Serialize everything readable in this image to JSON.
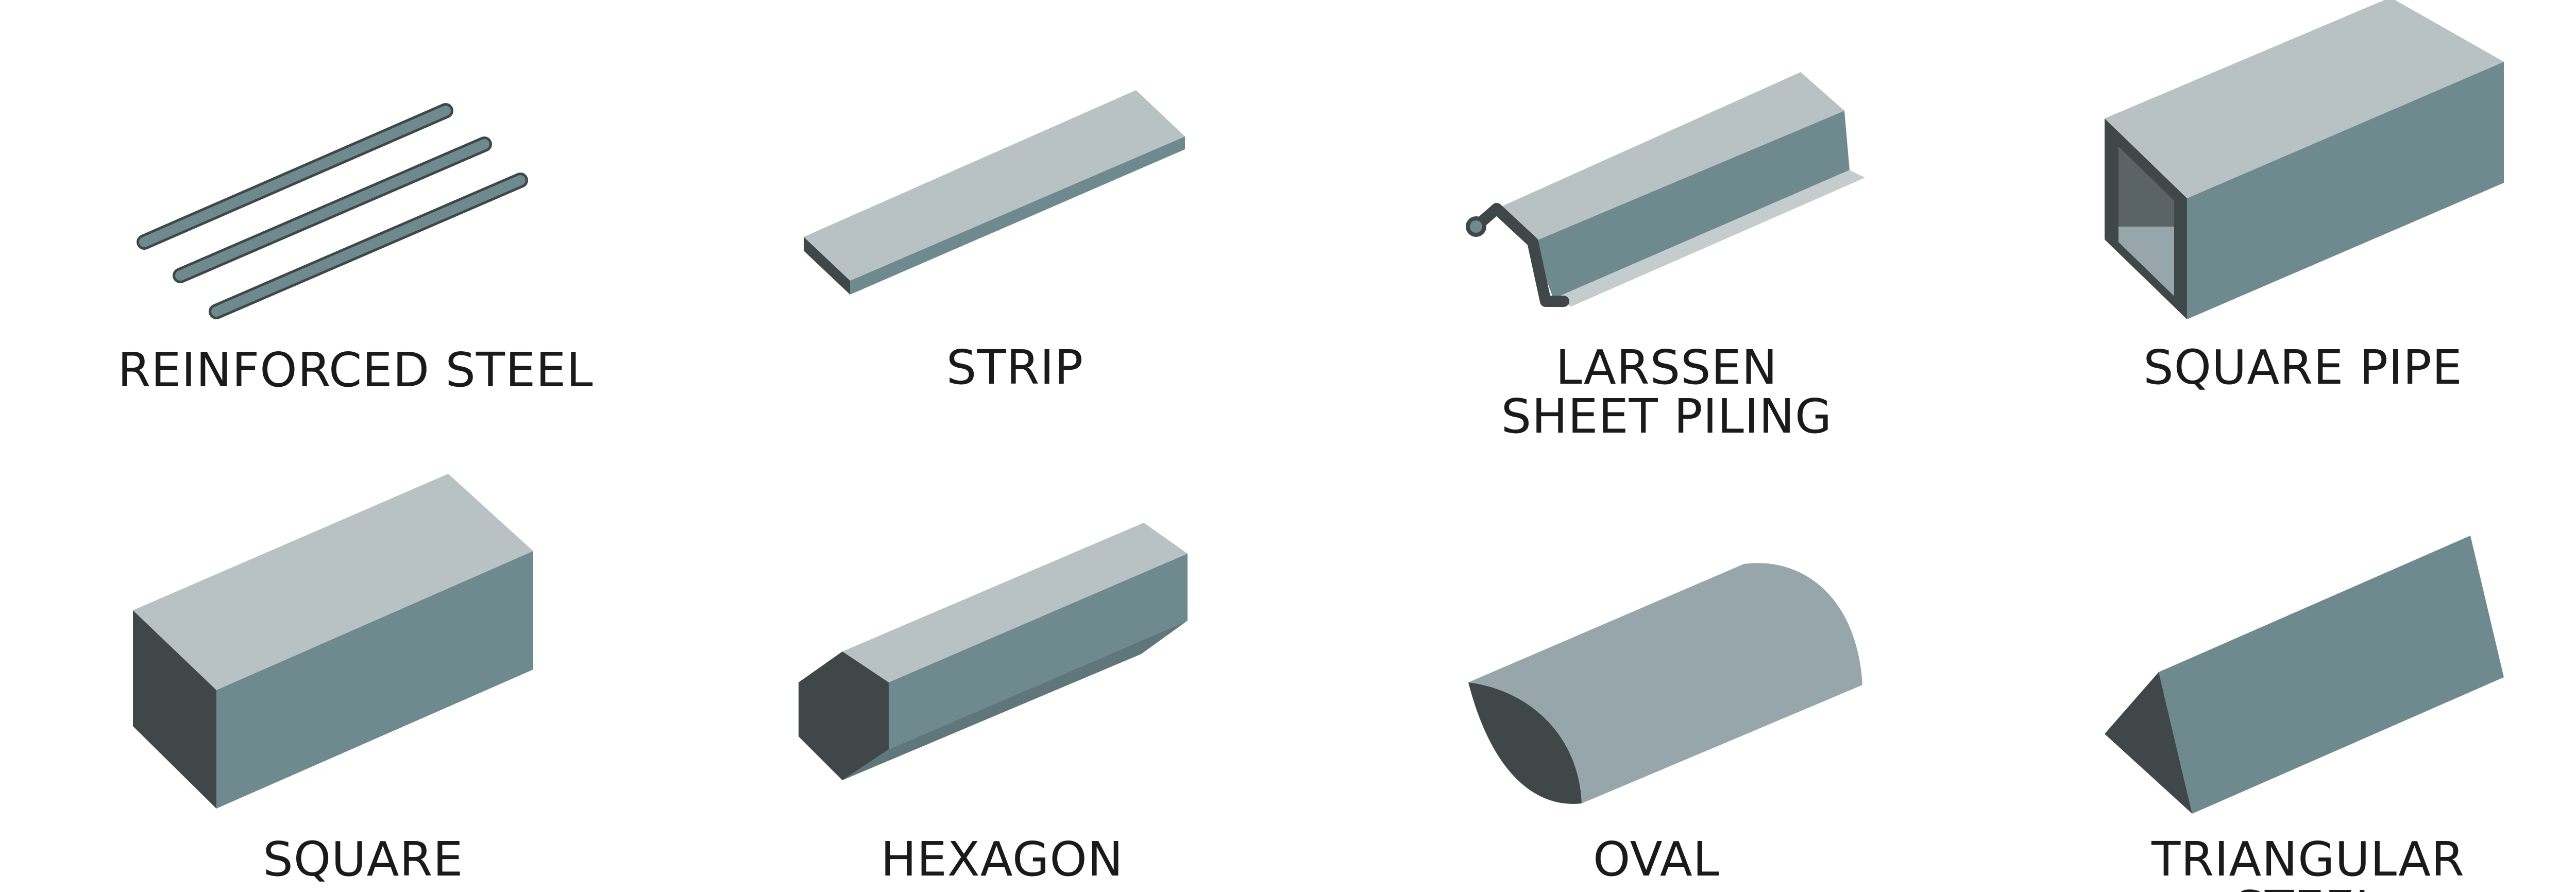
{
  "colors": {
    "light": "#b8c2c4",
    "mid": "#6f8a8f",
    "dark": "#3f4749",
    "muted": "#96a6aa",
    "text": "#1a1a1a"
  },
  "profiles": [
    {
      "id": "reinforced-steel",
      "icon": "reinforced-steel-rods-icon",
      "caption": [
        "REINFORCED STEEL"
      ]
    },
    {
      "id": "strip",
      "icon": "strip-icon",
      "caption": [
        "STRIP"
      ]
    },
    {
      "id": "larssen-sheet-piling",
      "icon": "larssen-sheet-piling-icon",
      "caption": [
        "LARSSEN",
        "SHEET PILING"
      ]
    },
    {
      "id": "square-pipe",
      "icon": "square-pipe-icon",
      "caption": [
        "SQUARE PIPE"
      ]
    },
    {
      "id": "square",
      "icon": "square-bar-icon",
      "caption": [
        "SQUARE"
      ]
    },
    {
      "id": "hexagon",
      "icon": "hexagon-bar-icon",
      "caption": [
        "HEXAGON"
      ]
    },
    {
      "id": "oval",
      "icon": "oval-bar-icon",
      "caption": [
        "OVAL"
      ]
    },
    {
      "id": "triangular-steel",
      "icon": "triangular-steel-icon",
      "caption": [
        "TRIANGULAR",
        "STEEL"
      ]
    }
  ]
}
